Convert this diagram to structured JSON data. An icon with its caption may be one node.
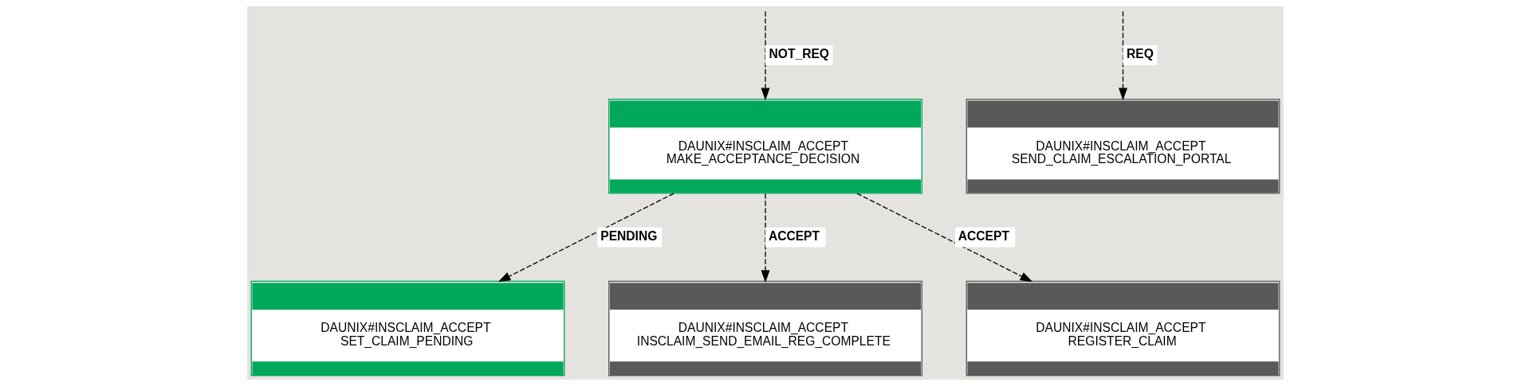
{
  "diagram": {
    "nodes": [
      {
        "text": [
          "DAUNIX#INSCLAIM_ACCEPT",
          "MAKE_ACCEPTANCE_DECISION"
        ]
      },
      {
        "text": [
          "DAUNIX#INSCLAIM_ACCEPT",
          "SEND_CLAIM_ESCALATION_PORTAL"
        ]
      },
      {
        "text": [
          "DAUNIX#INSCLAIM_ACCEPT",
          "SET_CLAIM_PENDING"
        ]
      },
      {
        "text": [
          "DAUNIX#INSCLAIM_ACCEPT",
          "INSCLAIM_SEND_EMAIL_REG_COMPLETE"
        ]
      },
      {
        "text": [
          "DAUNIX#INSCLAIM_ACCEPT",
          "REGISTER_CLAIM"
        ]
      }
    ],
    "edges": [
      {
        "from": null,
        "to": 0,
        "arrow": "to",
        "label": "NOT_REQ",
        "style": "dashed"
      },
      {
        "from": null,
        "to": 1,
        "arrow": "to",
        "label": "REQ",
        "style": "dashed"
      },
      {
        "from": 0,
        "to": 2,
        "arrow": "to",
        "label": "PENDING",
        "style": "dashed"
      },
      {
        "from": 0,
        "to": 3,
        "arrow": "to",
        "label": "ACCEPT",
        "style": "dashed"
      },
      {
        "from": 0,
        "to": 4,
        "arrow": "to",
        "label": "ACCEPT",
        "style": "dashed"
      }
    ]
  }
}
